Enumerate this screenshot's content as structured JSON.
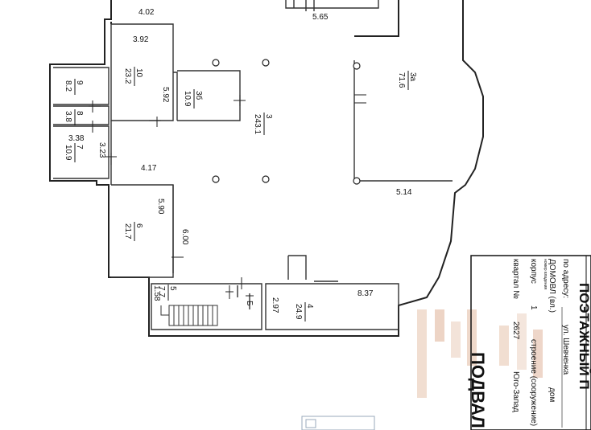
{
  "dimensions": {
    "d402": "4.02",
    "d565": "5.65",
    "d392": "3.92",
    "d592": "5.92",
    "d338": "3.38",
    "d323": "3.23",
    "d417": "4.17",
    "d514": "5.14",
    "d590": "5.90",
    "d600": "6.00",
    "d158": "1.58",
    "d297": "2.97",
    "d837": "8.37"
  },
  "rooms": [
    {
      "num": "10",
      "area": "23.2"
    },
    {
      "num": "9",
      "area": "8.2"
    },
    {
      "num": "8",
      "area": "3.8"
    },
    {
      "num": "7",
      "area": "10.9"
    },
    {
      "num": "3б",
      "area": "10.9"
    },
    {
      "num": "3",
      "area": "243.1"
    },
    {
      "num": "3а",
      "area": "71.6"
    },
    {
      "num": "6",
      "area": "21.7"
    },
    {
      "num": "5",
      "area": "7.7"
    },
    {
      "num": "4",
      "area": "24.9"
    }
  ],
  "stair_mark": "Б",
  "stamp": {
    "title": "ПОЭТАЖНЫЙ П",
    "address_prefix": "по адресу:",
    "street": "ул. Шевченка",
    "house": "ДОМОВЛ (вл.)",
    "house_note": "номер владения",
    "dom": "дом",
    "korpus": "корпус",
    "korpus_val": "1",
    "building": "строение (сооружение)",
    "kvartal": "квартал №",
    "kvartal_val": "2627",
    "district": "Юго-Запад",
    "floor": "ПОДВАЛ"
  }
}
